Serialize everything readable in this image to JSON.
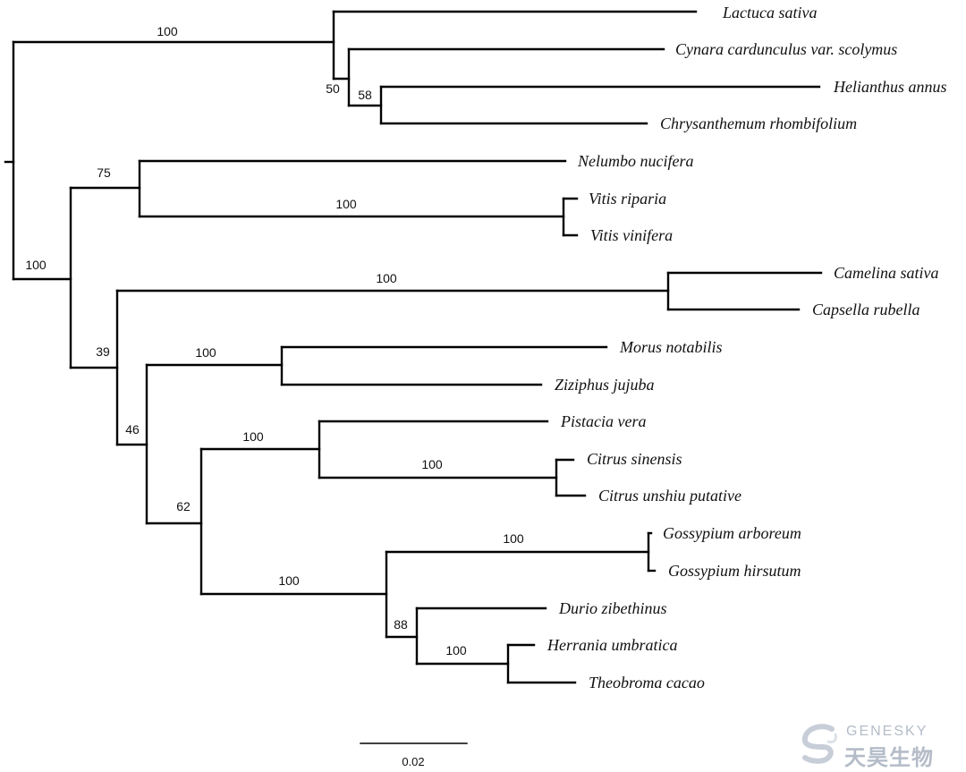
{
  "taxa": [
    "Lactuca sativa",
    "Cynara cardunculus var. scolymus",
    "Helianthus annus",
    "Chrysanthemum rhombifolium",
    "Nelumbo nucifera",
    "Vitis riparia",
    "Vitis vinifera",
    "Camelina sativa",
    "Capsella rubella",
    "Morus notabilis",
    "Ziziphus jujuba",
    "Pistacia vera",
    "Citrus sinensis",
    "Citrus unshiu putative",
    "Gossypium arboreum",
    "Gossypium hirsutum",
    "Durio zibethinus",
    "Herrania umbratica",
    "Theobroma cacao"
  ],
  "bootstrap_values": [
    "100",
    "50",
    "58",
    "75",
    "100",
    "100",
    "100",
    "39",
    "100",
    "46",
    "62",
    "100",
    "100",
    "100",
    "100",
    "88",
    "100"
  ],
  "scale_bar": {
    "label": "0.02"
  },
  "watermark": {
    "name_en": "GENESKY",
    "name_cn": "天昊生物",
    "color": "#b4bcc8"
  }
}
